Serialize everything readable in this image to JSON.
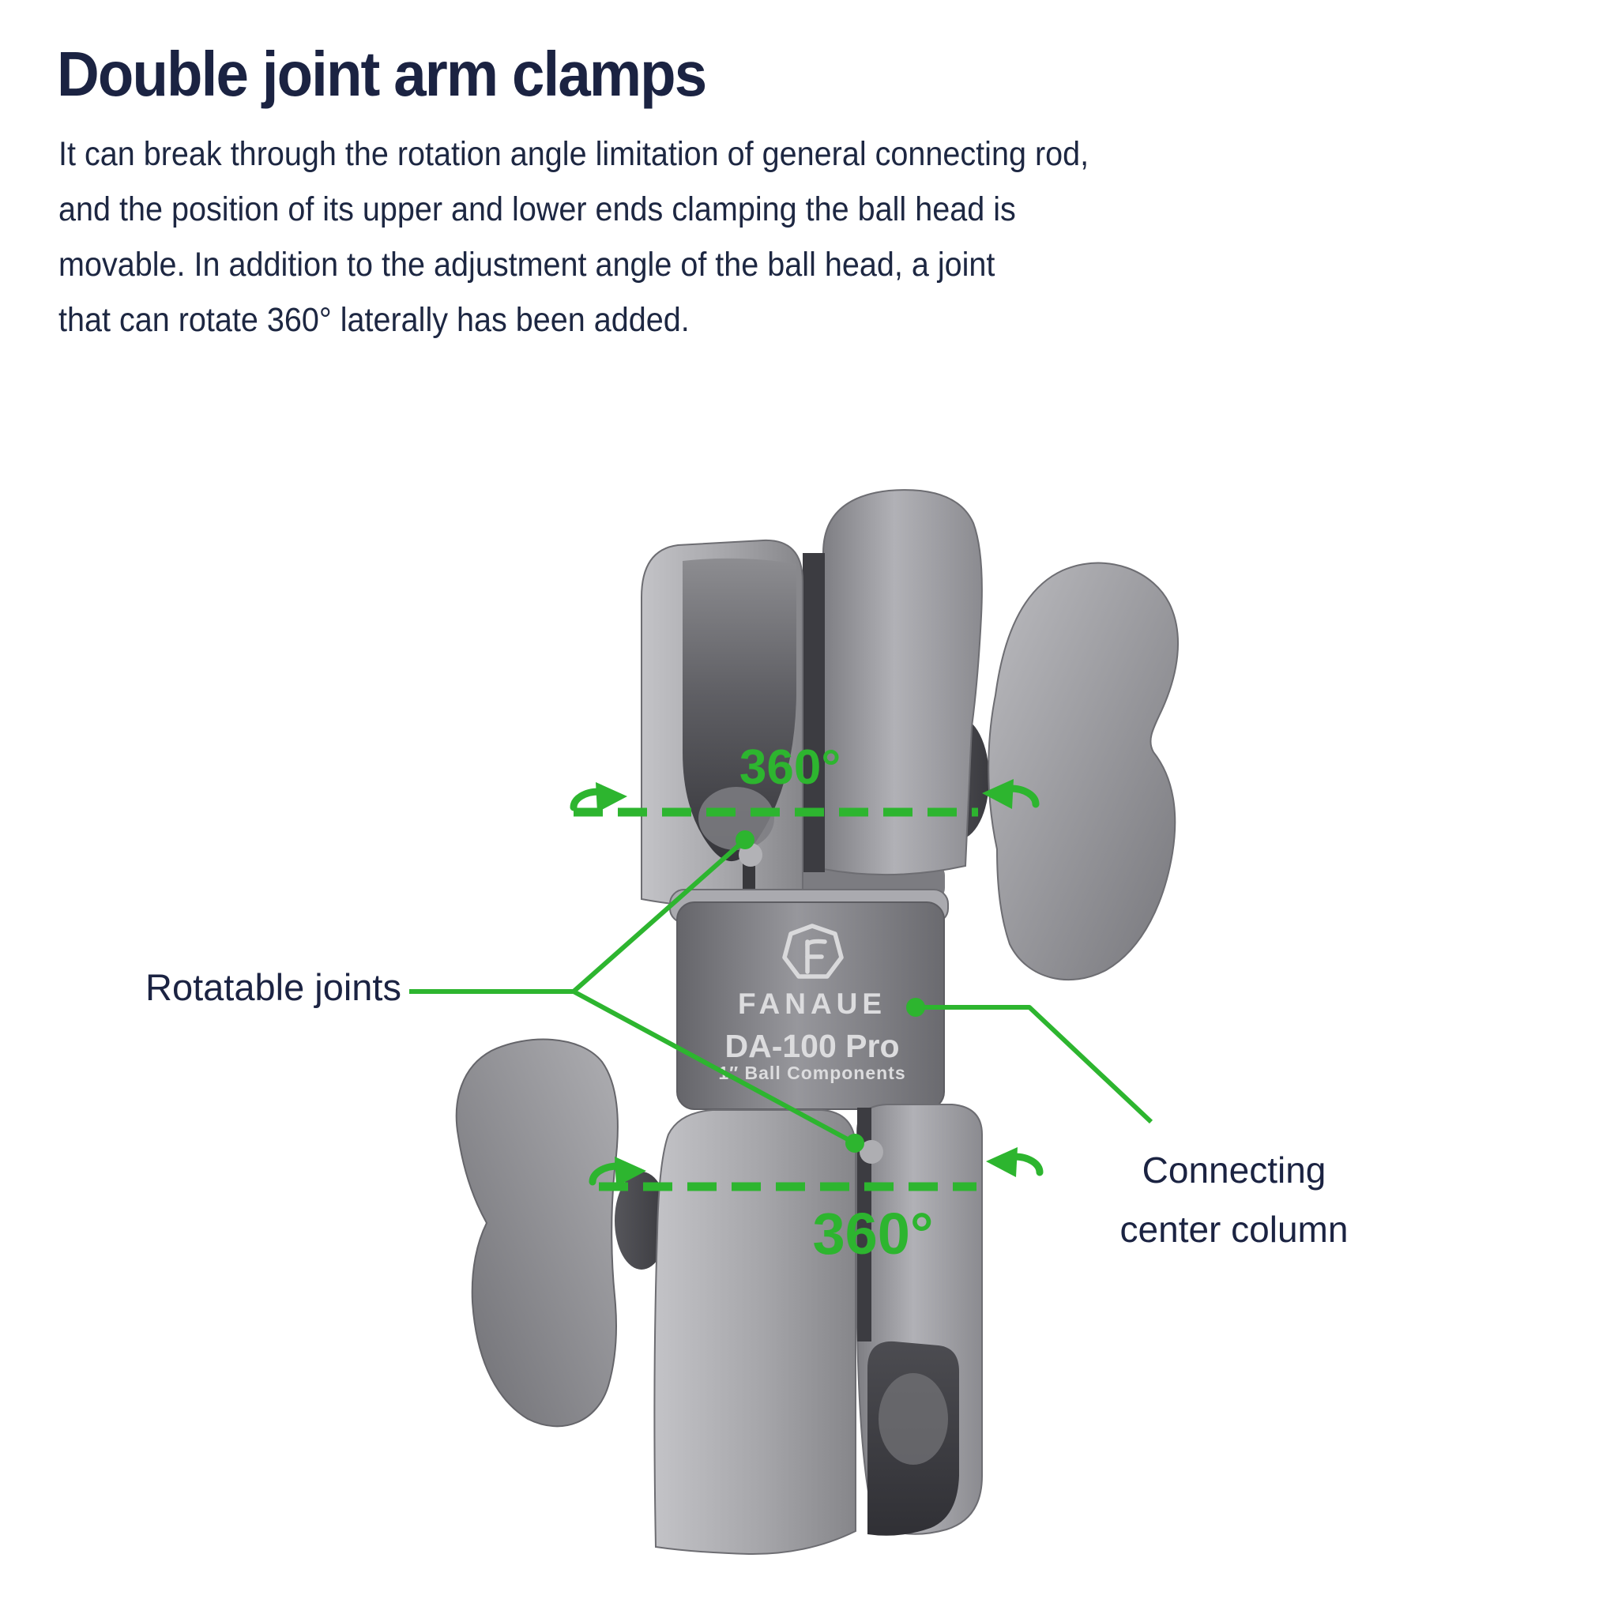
{
  "header": {
    "title": "Double joint arm clamps"
  },
  "intro": {
    "lines": [
      "It can break through the rotation angle limitation of general connecting rod,",
      "and the position of its upper and lower ends clamping the ball head is",
      "movable. In addition to the adjustment angle of the ball head, a joint",
      "that can rotate 360° laterally has been added."
    ]
  },
  "product": {
    "brand": "FANAUE",
    "model": "DA-100 Pro",
    "spec": "1″ Ball Components"
  },
  "annotations": {
    "rotation_top": "360°",
    "rotation_bottom": "360°",
    "rotatable_label": "Rotatable joints",
    "connecting_label_line1": "Connecting",
    "connecting_label_line2": "center column"
  },
  "colors": {
    "accent_green": "#2db52f",
    "text_navy": "#1b2342",
    "metal_gray": "#9a9a9e"
  },
  "icons": {
    "rotation_arrow": "curved-rotation-arrow-icon",
    "brand_mark": "fanaue-hexagon-logo-icon",
    "joint_marker": "green-joint-dot"
  }
}
